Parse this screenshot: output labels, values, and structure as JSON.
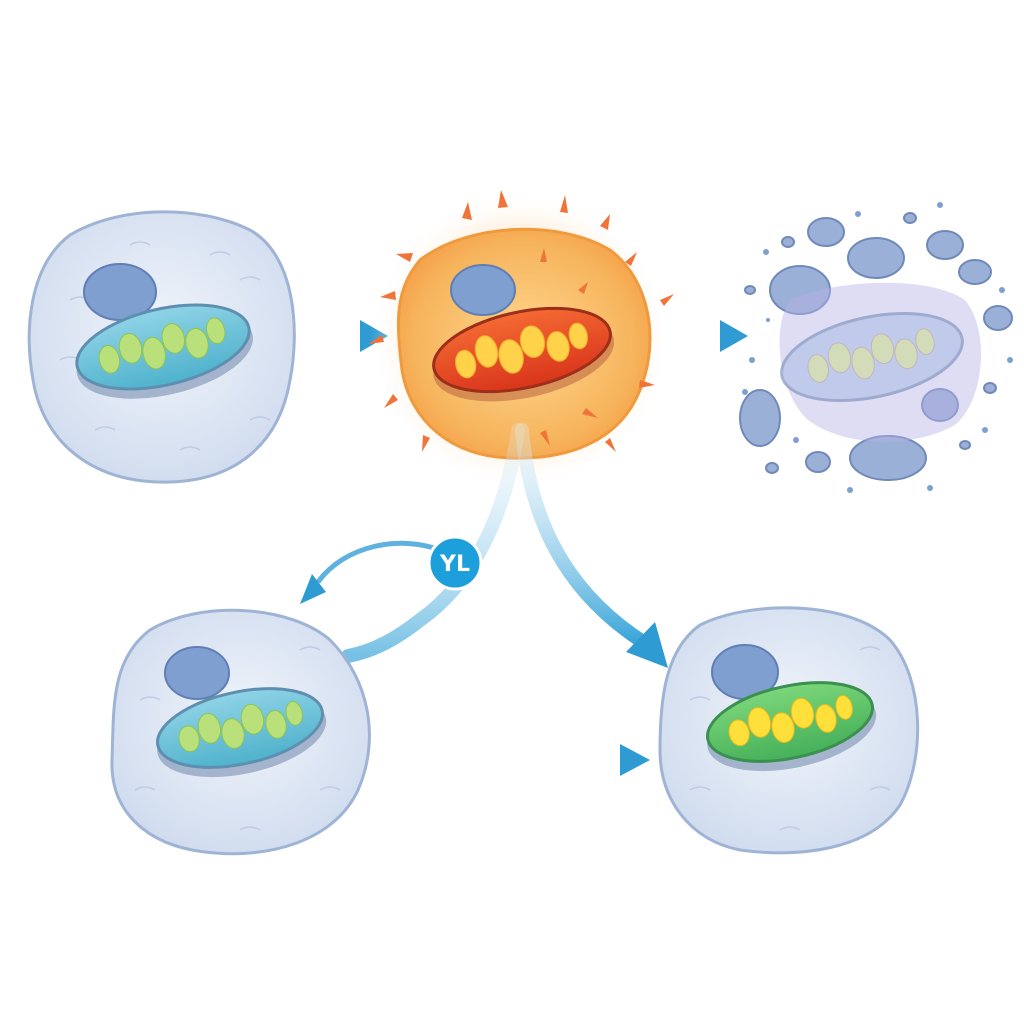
{
  "diagram": {
    "badge": {
      "label": "YL"
    },
    "colors": {
      "healthy_cell_fill": "#dfe8f4",
      "healthy_cell_stroke": "#9fb4d4",
      "nucleus": "#7f9fd0",
      "healthy_mito_fill": "#6fc3d9",
      "healthy_mito_cristae": "#b9e07a",
      "stressed_cell_fill": "#f6c274",
      "stressed_cell_stroke": "#f09a3e",
      "stressed_mito_fill": "#ea4a23",
      "stressed_mito_cristae": "#ffd24a",
      "spark": "#f0743a",
      "fragment": "#8fa6d1",
      "recovered_mito_fill": "#62c46b",
      "recovered_mito_cristae": "#ffe03a",
      "arrow": "#3ca6d9",
      "badge_fill": "#1d9fdc"
    },
    "stages": [
      {
        "name": "healthy-cell",
        "mitochondrion": "healthy"
      },
      {
        "name": "stressed-cell",
        "mitochondrion": "stressed"
      },
      {
        "name": "fragmented-cell",
        "mitochondrion": "fragmented"
      },
      {
        "name": "recycled-cell",
        "mitochondrion": "healthy"
      },
      {
        "name": "recovered-cell",
        "mitochondrion": "recovered"
      }
    ]
  }
}
